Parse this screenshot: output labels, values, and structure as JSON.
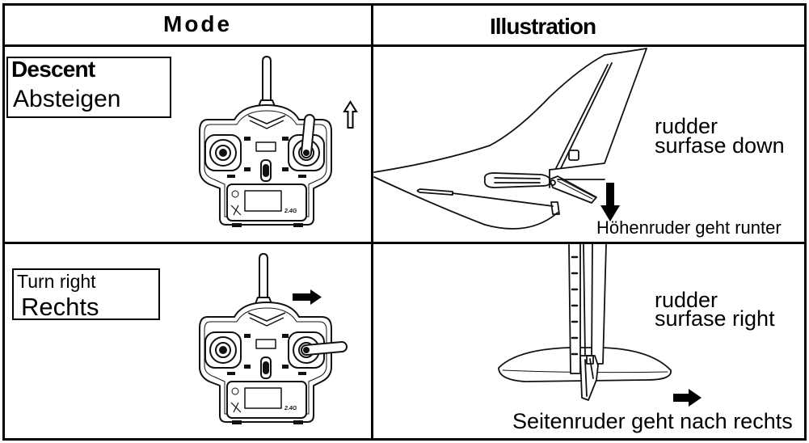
{
  "header": {
    "mode_label": "Mode",
    "illustration_label": "Illustration"
  },
  "colors": {
    "ink": "#000000",
    "paper": "#ffffff"
  },
  "rows": [
    {
      "mode_title": "Descent",
      "mode_subtitle": "Absteigen",
      "stick_direction_icon": "up-arrow-icon",
      "controller_badge": "2.4G",
      "caption_line1": "rudder",
      "caption_line2": "surfase down",
      "caption_de": "Höhenruder geht runter",
      "illustration_arrow_icon": "down-arrow-icon"
    },
    {
      "mode_title": "Turn right",
      "mode_subtitle": "Rechts",
      "stick_direction_icon": "right-arrow-icon",
      "controller_badge": "2.4G",
      "caption_line1": "rudder",
      "caption_line2": "surfase right",
      "caption_de": "Seitenruder geht nach rechts",
      "illustration_arrow_icon": "right-arrow-icon"
    }
  ]
}
